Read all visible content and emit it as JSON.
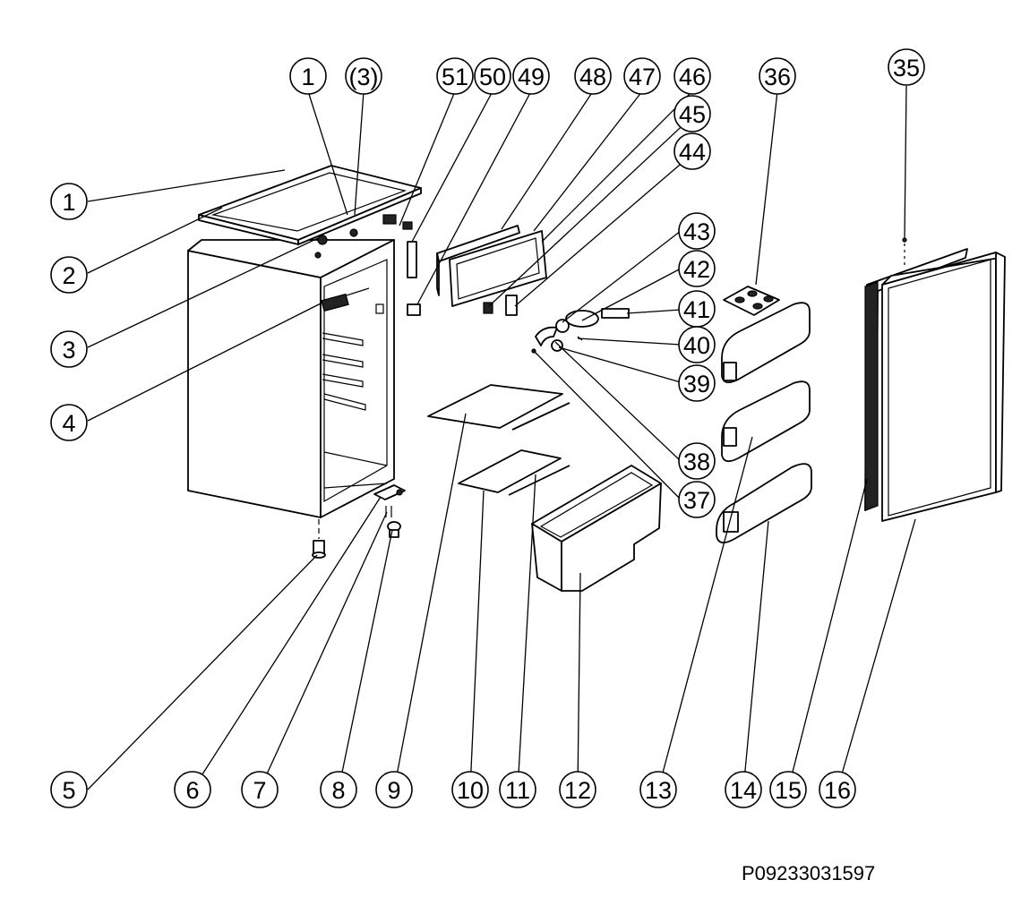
{
  "drawing_code": "P09233031597",
  "callouts": [
    {
      "label": "1"
    },
    {
      "label": "(3)"
    },
    {
      "label": "51"
    },
    {
      "label": "50"
    },
    {
      "label": "49"
    },
    {
      "label": "48"
    },
    {
      "label": "47"
    },
    {
      "label": "46"
    },
    {
      "label": "45"
    },
    {
      "label": "44"
    },
    {
      "label": "36"
    },
    {
      "label": "35"
    },
    {
      "label": "1"
    },
    {
      "label": "2"
    },
    {
      "label": "3"
    },
    {
      "label": "4"
    },
    {
      "label": "43"
    },
    {
      "label": "42"
    },
    {
      "label": "41"
    },
    {
      "label": "40"
    },
    {
      "label": "39"
    },
    {
      "label": "38"
    },
    {
      "label": "37"
    },
    {
      "label": "5"
    },
    {
      "label": "6"
    },
    {
      "label": "7"
    },
    {
      "label": "8"
    },
    {
      "label": "9"
    },
    {
      "label": "10"
    },
    {
      "label": "11"
    },
    {
      "label": "12"
    },
    {
      "label": "13"
    },
    {
      "label": "14"
    },
    {
      "label": "15"
    },
    {
      "label": "16"
    }
  ]
}
